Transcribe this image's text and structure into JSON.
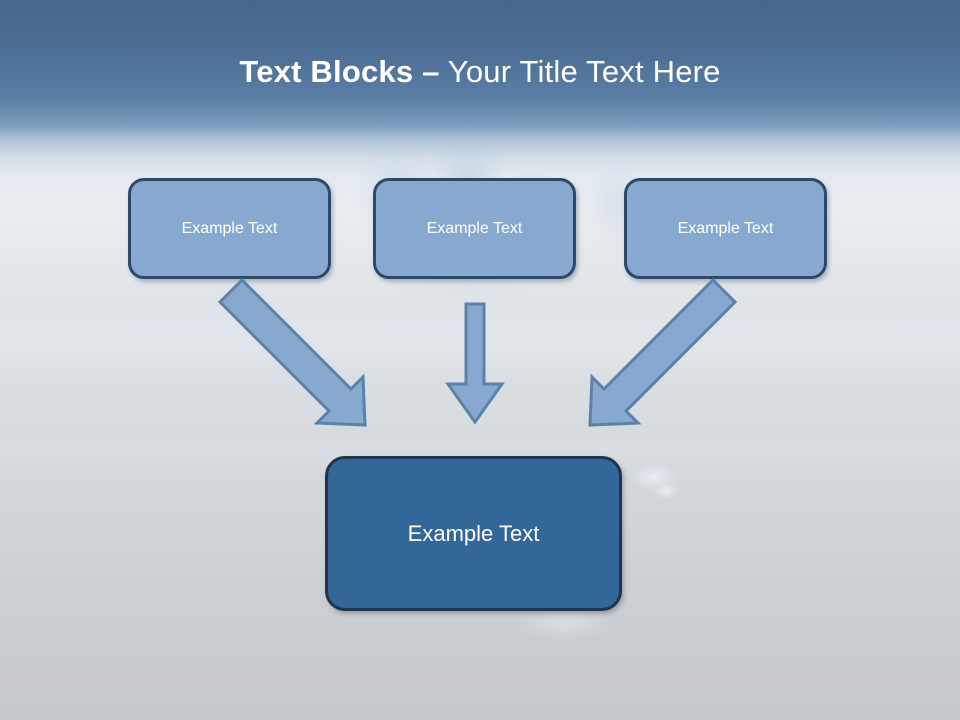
{
  "slide": {
    "title": {
      "bold_part": "Text Blocks –",
      "normal_part": " Your Title Text Here",
      "full": "Text Blocks – Your Title Text Here",
      "color": "#ffffff"
    },
    "background": {
      "description": "Blurred arctic iceberg photograph, blue sky gradient at top fading into pale ice plain",
      "sky_top_color": "#47668c",
      "sky_bottom_color": "#e7ebef",
      "ice_color": "#c6c8cc"
    },
    "boxes": {
      "top_row": [
        {
          "id": "box-1",
          "label": "Example Text"
        },
        {
          "id": "box-2",
          "label": "Example Text"
        },
        {
          "id": "box-3",
          "label": "Example Text"
        }
      ],
      "result": {
        "id": "box-result",
        "label": "Example Text"
      },
      "light_fill": "#87a9d0",
      "light_border": "#2c4969",
      "dark_fill": "#336699",
      "dark_border": "#20354c",
      "text_color": "#ffffff"
    },
    "arrows": [
      {
        "id": "arrow-left",
        "name": "arrow-diagonal-down-right",
        "direction": "down-right"
      },
      {
        "id": "arrow-middle",
        "name": "arrow-down",
        "direction": "down"
      },
      {
        "id": "arrow-right",
        "name": "arrow-diagonal-down-left",
        "direction": "down-left"
      }
    ],
    "arrow_fill": "#87a9d0",
    "arrow_border": "#5b82ab"
  }
}
